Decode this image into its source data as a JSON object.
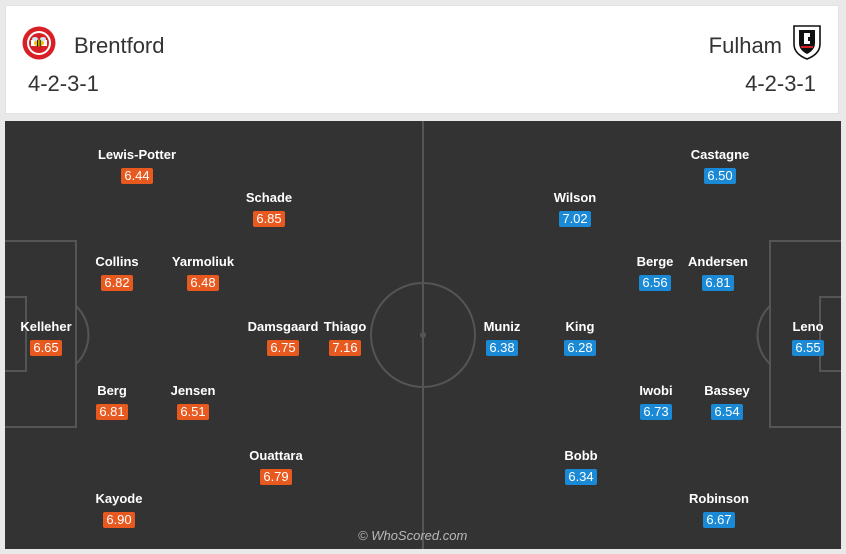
{
  "home": {
    "name": "Brentford",
    "formation": "4-2-3-1",
    "color": "#e8591f",
    "crest_icon": "brentford-bee-crest",
    "players": [
      {
        "name": "Lewis-Potter",
        "rating": "6.44"
      },
      {
        "name": "Schade",
        "rating": "6.85"
      },
      {
        "name": "Collins",
        "rating": "6.82"
      },
      {
        "name": "Yarmoliuk",
        "rating": "6.48"
      },
      {
        "name": "Kelleher",
        "rating": "6.65"
      },
      {
        "name": "Damsgaard",
        "rating": "6.75"
      },
      {
        "name": "Thiago",
        "rating": "7.16"
      },
      {
        "name": "Berg",
        "rating": "6.81"
      },
      {
        "name": "Jensen",
        "rating": "6.51"
      },
      {
        "name": "Ouattara",
        "rating": "6.79"
      },
      {
        "name": "Kayode",
        "rating": "6.90"
      }
    ]
  },
  "away": {
    "name": "Fulham",
    "formation": "4-2-3-1",
    "color": "#1a8ad6",
    "crest_icon": "fulham-shield-crest",
    "players": [
      {
        "name": "Castagne",
        "rating": "6.50"
      },
      {
        "name": "Wilson",
        "rating": "7.02"
      },
      {
        "name": "Berge",
        "rating": "6.56"
      },
      {
        "name": "Andersen",
        "rating": "6.81"
      },
      {
        "name": "Muniz",
        "rating": "6.38"
      },
      {
        "name": "King",
        "rating": "6.28"
      },
      {
        "name": "Leno",
        "rating": "6.55"
      },
      {
        "name": "Iwobi",
        "rating": "6.73"
      },
      {
        "name": "Bassey",
        "rating": "6.54"
      },
      {
        "name": "Bobb",
        "rating": "6.34"
      },
      {
        "name": "Robinson",
        "rating": "6.67"
      }
    ]
  },
  "watermark": "© WhoScored.com"
}
